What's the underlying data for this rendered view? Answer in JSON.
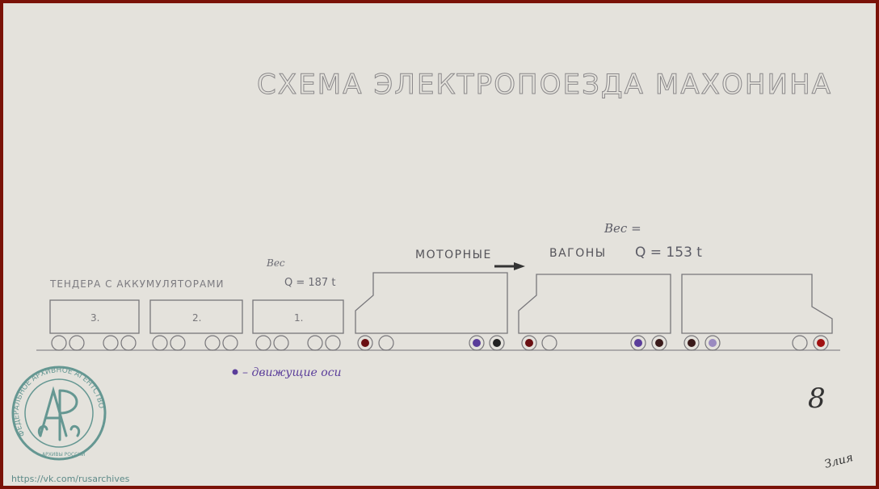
{
  "title": "СХЕМА ЭЛЕКТРОПОЕЗДА МАХОНИНА",
  "tenders": {
    "label": "ТЕНДЕРА С АККУМУЛЯТОРАМИ",
    "weight_word": "Вес",
    "weight": "Q = 187 t",
    "cars": [
      "3.",
      "2.",
      "1."
    ]
  },
  "motor_cars": {
    "label_1": "МОТОРНЫЕ",
    "label_2": "ВАГОНЫ",
    "weight_word": "Вес =",
    "weight": "Q = 153 t"
  },
  "legend": {
    "text": "– движущие оси",
    "color": "#5a3d9a"
  },
  "page_number": "8",
  "signature": "Злия",
  "stamp": {
    "ring_text": "ФЕДЕРАЛЬНОЕ АРХИВНОЕ АГЕНТСТВО",
    "bottom_text": "АРХИВЫ РОССИИ",
    "monogram": "АР"
  },
  "watermark_url": "https://vk.com/rusarchives",
  "colors": {
    "border": "#7a1208",
    "paper": "#e4e2dc",
    "stamp": "#4f8a86",
    "driving_axle_red": "#6a0f12",
    "driving_axle_purple": "#5a3d9a"
  }
}
